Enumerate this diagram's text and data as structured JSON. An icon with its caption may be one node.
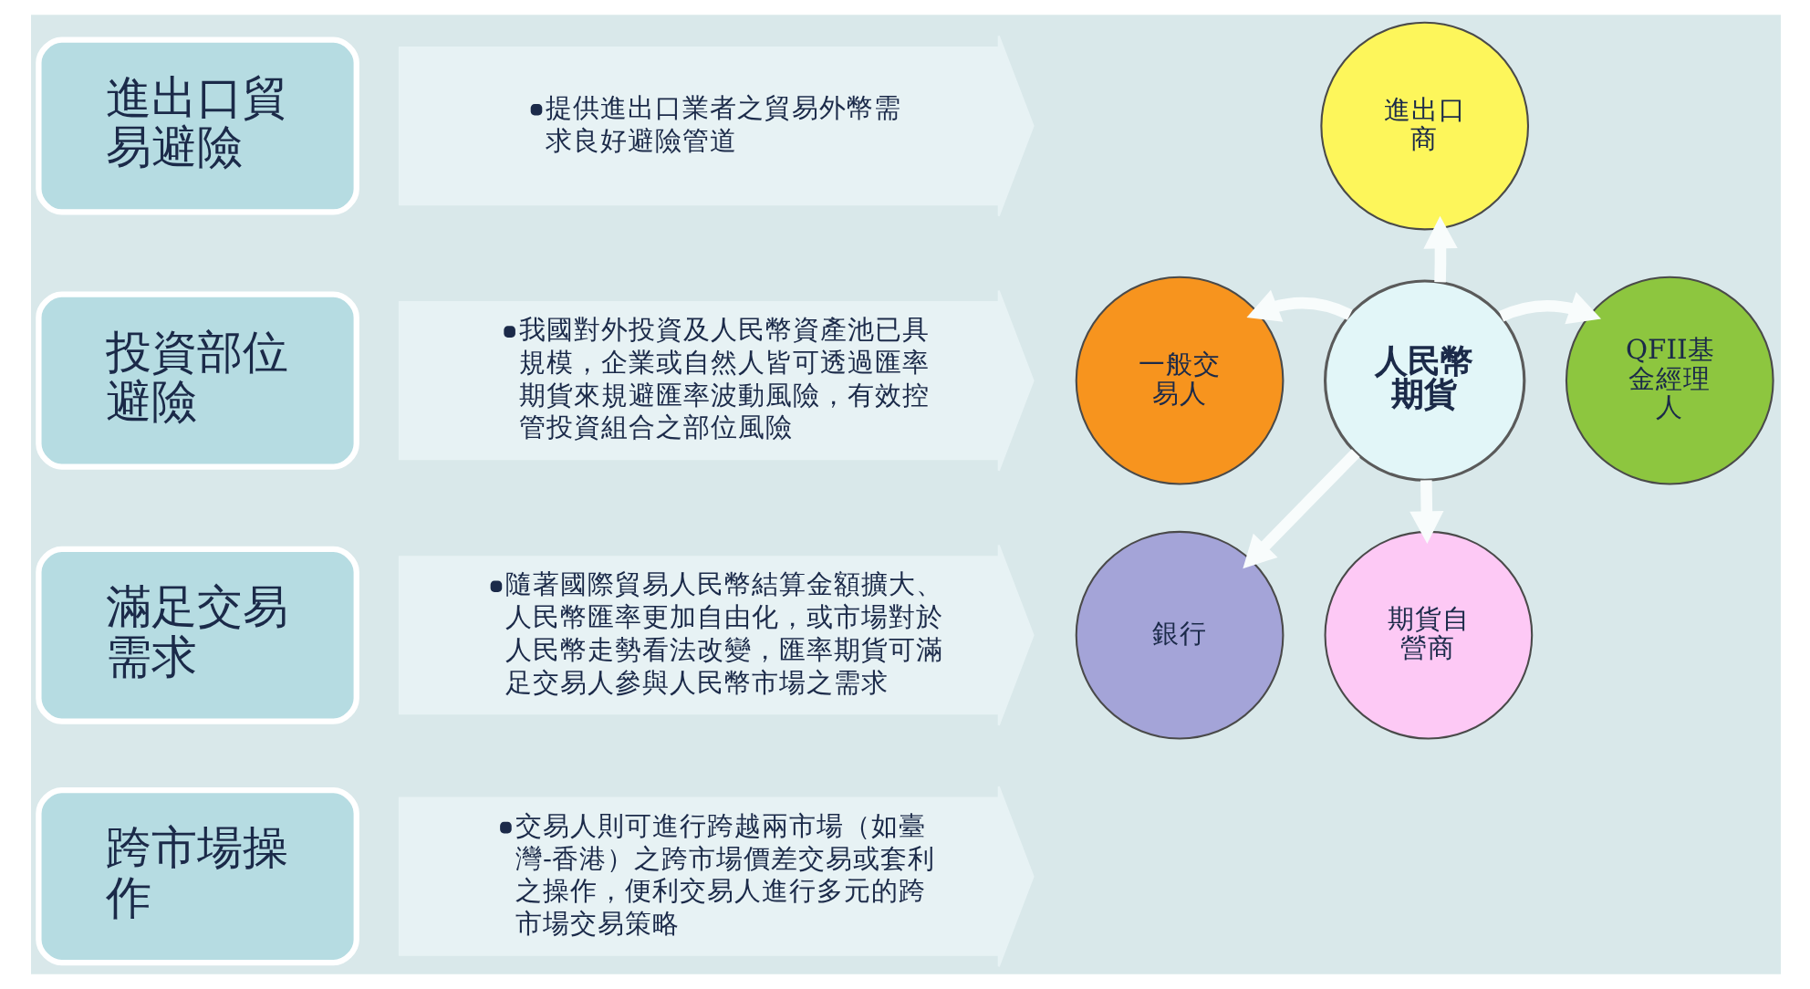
{
  "diagram": {
    "nodes": [
      {
        "text": [
          "進出口貿易避險"
        ]
      },
      {
        "text": [
          "提供進出口業者之貿易外幣需求良好避險管道"
        ]
      },
      {
        "text": [
          "投資部位避險"
        ]
      },
      {
        "text": [
          "我國對外投資及人民幣資產池已具規模，企業或自然人皆可透過匯率期貨來規避匯率波動風險，有效控管投資組合之部位風險"
        ]
      },
      {
        "text": [
          "滿足交易需求"
        ]
      },
      {
        "text": [
          "隨著國際貿易人民幣結算金額擴大、人民幣匯率更加自由化，或市場對於人民幣走勢看法改變，匯率期貨可滿足交易人參與人民幣市場之需求"
        ]
      },
      {
        "text": [
          "跨市場操作"
        ]
      },
      {
        "text": [
          "交易人則可進行跨越兩市場（如臺灣-香港）之跨市場價差交易或套利之操作，便利交易人進行多元的跨市場交易策略"
        ]
      },
      {
        "text": [
          "進出口商"
        ]
      },
      {
        "text": [
          "一般交易人"
        ]
      },
      {
        "text": [
          "人民幣期貨"
        ]
      },
      {
        "text": [
          "QFII基金經理人"
        ]
      },
      {
        "text": [
          "銀行"
        ]
      },
      {
        "text": [
          "期貨自營商"
        ]
      }
    ],
    "edges": [
      {
        "from": 10,
        "to": 8,
        "arrow": "to"
      },
      {
        "from": 10,
        "to": 11,
        "arrow": "to"
      },
      {
        "from": 10,
        "to": 13,
        "arrow": "to"
      },
      {
        "from": 10,
        "to": 12,
        "arrow": "to"
      },
      {
        "from": 10,
        "to": 9,
        "arrow": "to"
      }
    ]
  }
}
